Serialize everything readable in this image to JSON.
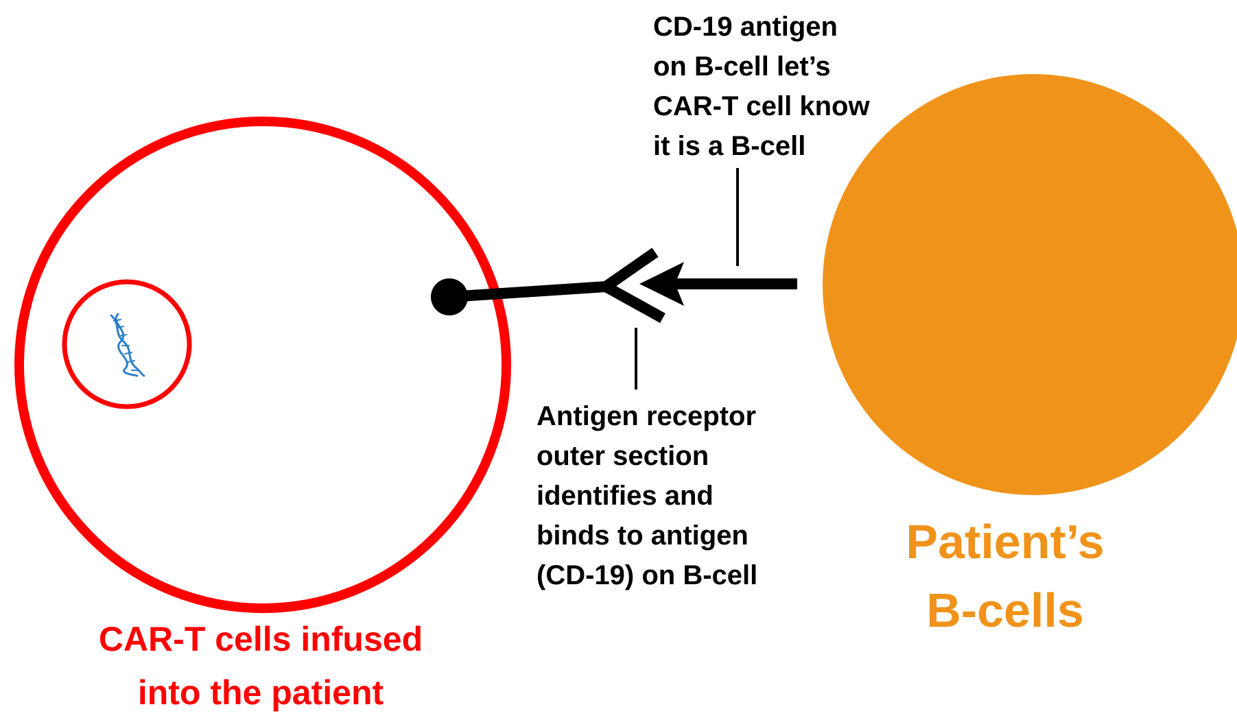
{
  "colors": {
    "cart_cell": "#ff0000",
    "b_cell": "#f0931a",
    "receptor": "#000000",
    "dna": "#2d7fc8",
    "text": "#000000"
  },
  "cart_cell": {
    "label_lines": [
      "CAR-T cells infused",
      "into the patient"
    ]
  },
  "b_cell": {
    "label_lines": [
      "Patient’s",
      "B-cells"
    ]
  },
  "antigen": {
    "label_lines": [
      "CD-19 antigen",
      "on B-cell let’s",
      "CAR-T cell know",
      "it is a B-cell"
    ]
  },
  "receptor": {
    "label_lines": [
      "Antigen receptor",
      "outer section",
      "identifies and",
      "binds to antigen",
      "(CD-19) on B-cell"
    ]
  },
  "icons": {
    "nucleus_content": "dna-icon"
  }
}
